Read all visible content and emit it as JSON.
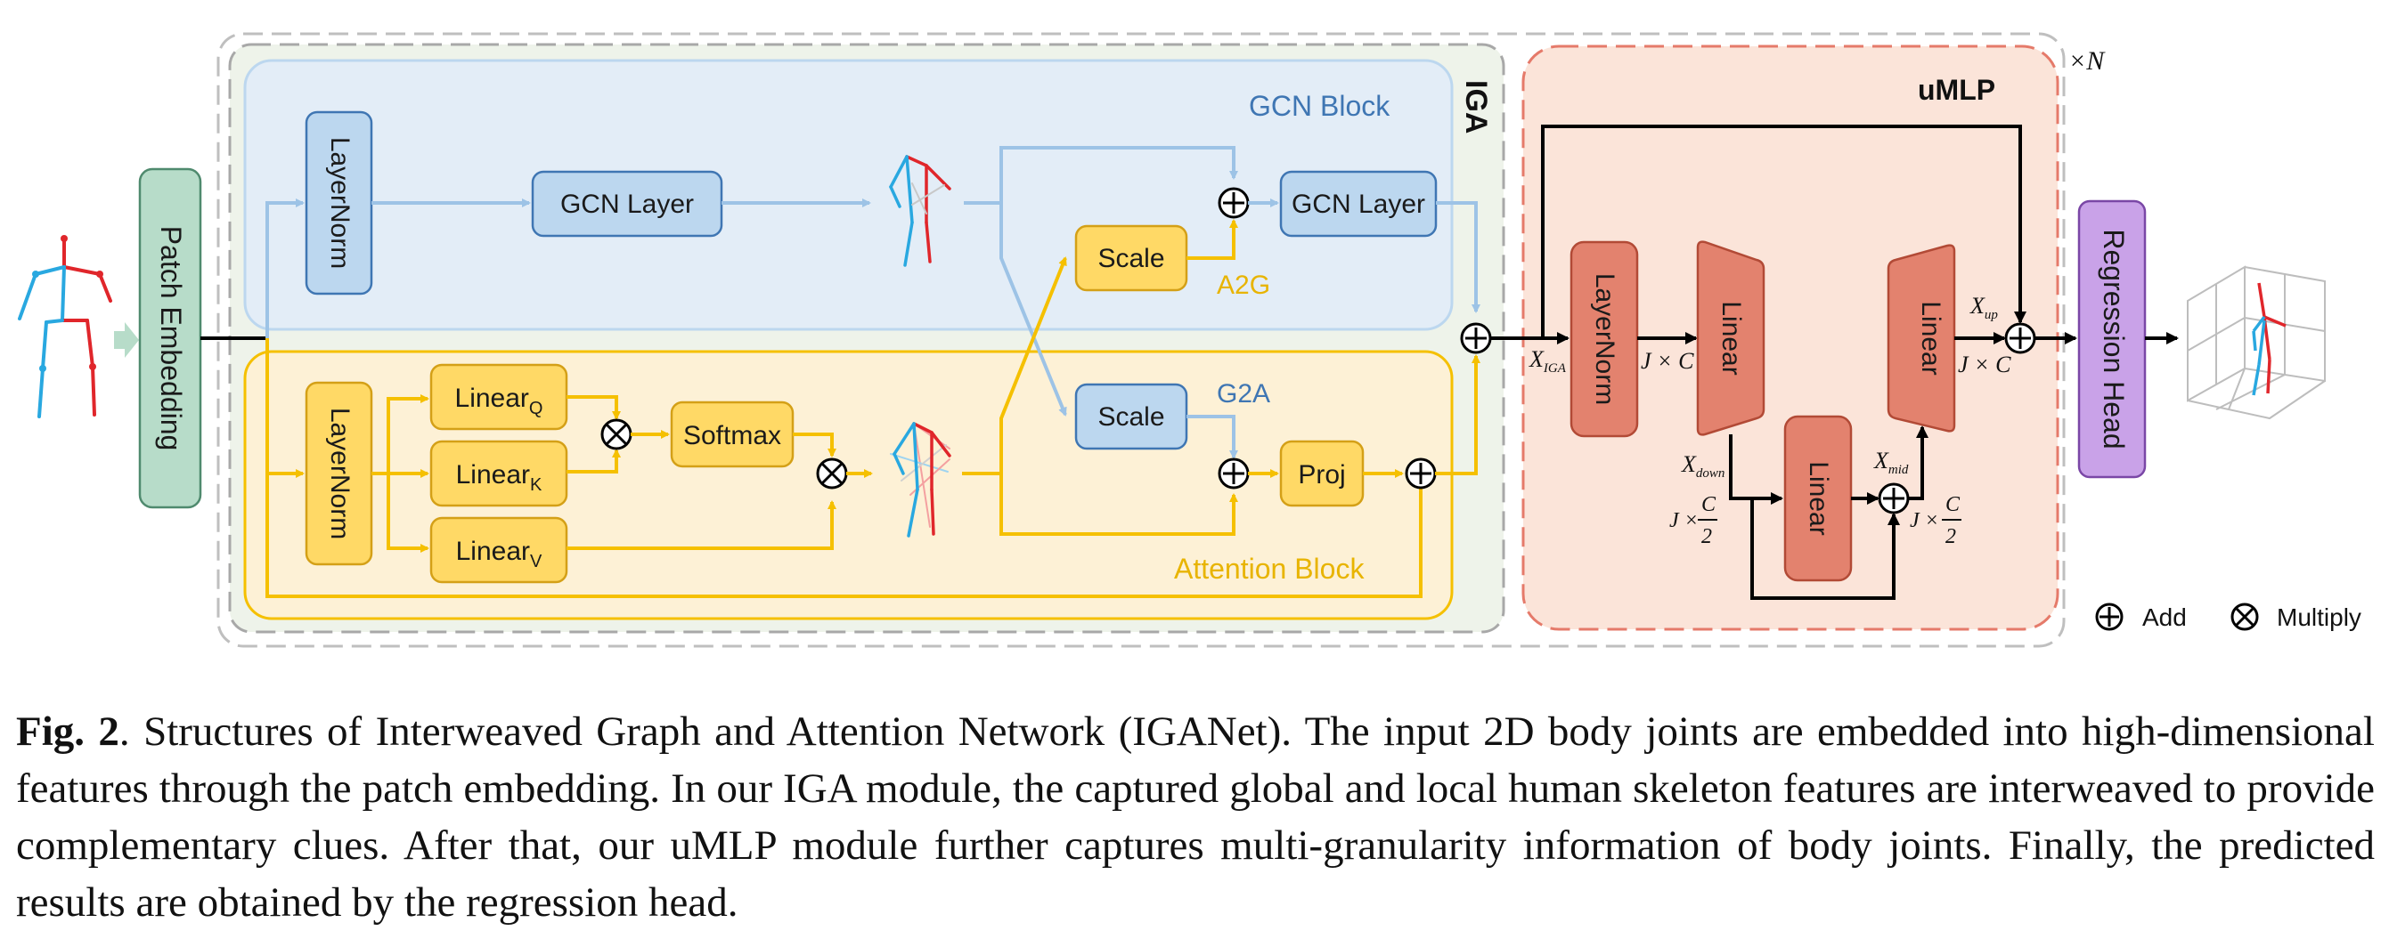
{
  "modules": {
    "iga": "IGA",
    "gcn_block": "GCN Block",
    "attention_block": "Attention Block",
    "umlp": "uMLP",
    "repeat": "×N"
  },
  "blocks": {
    "patch_embedding": "Patch Embedding",
    "layernorm_gcn": "LayerNorm",
    "gcn_layer_1": "GCN Layer",
    "gcn_layer_2": "GCN Layer",
    "scale_a2g": "Scale",
    "scale_g2a": "Scale",
    "a2g": "A2G",
    "g2a": "G2A",
    "layernorm_att": "LayerNorm",
    "linear_q": "Linear",
    "linear_q_sub": "Q",
    "linear_k": "Linear",
    "linear_k_sub": "K",
    "linear_v": "Linear",
    "linear_v_sub": "V",
    "softmax": "Softmax",
    "proj": "Proj",
    "layernorm_mlp": "LayerNorm",
    "linear_down": "Linear",
    "linear_mid": "Linear",
    "linear_up": "Linear",
    "regression_head": "Regression Head"
  },
  "math": {
    "x": "X",
    "iga": "IGA",
    "down": "down",
    "mid": "mid",
    "up": "up",
    "jc": "J × C",
    "j": "J ×",
    "c": "C",
    "two": "2"
  },
  "legend": {
    "add": "Add",
    "multiply": "Multiply"
  },
  "caption": {
    "label": "Fig. 2",
    "text": ".   Structures of Interweaved Graph and Attention Network (IGANet). The input 2D body joints are embedded into high-dimensional features through the patch embedding. In our IGA module, the captured global and local human skeleton features are interweaved to provide complementary clues. After that, our uMLP module further captures multi-granularity information of body joints. Finally, the predicted results are obtained by the regression head."
  },
  "colors": {
    "blue_fill": "#bcd7ef",
    "blue_stroke": "#3f76b3",
    "yellow_fill": "#ffd966",
    "yellow_stroke": "#d4a017",
    "red_fill": "#e3826e",
    "red_stroke": "#b24a36",
    "green_fill": "#b7dcc9",
    "purple_fill": "#c9a2e8",
    "blue_arrow": "#9dc3e6",
    "yellow_arrow": "#f5c000"
  }
}
